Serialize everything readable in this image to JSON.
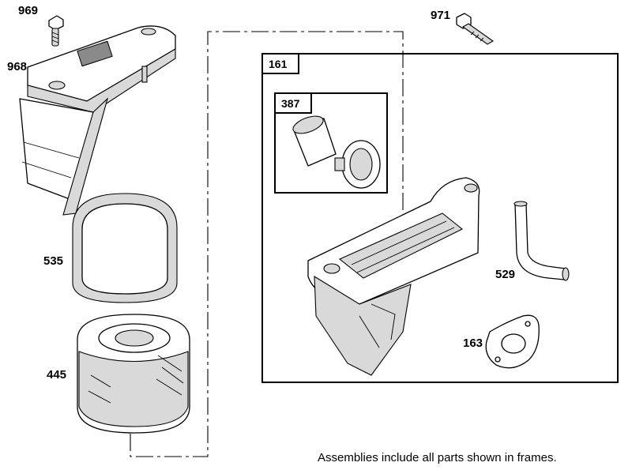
{
  "callouts": {
    "p969": "969",
    "p968": "968",
    "p535": "535",
    "p445": "445",
    "p971": "971",
    "p161": "161",
    "p387": "387",
    "p529": "529",
    "p163": "163"
  },
  "footer_note": "Assemblies include all parts shown in frames."
}
